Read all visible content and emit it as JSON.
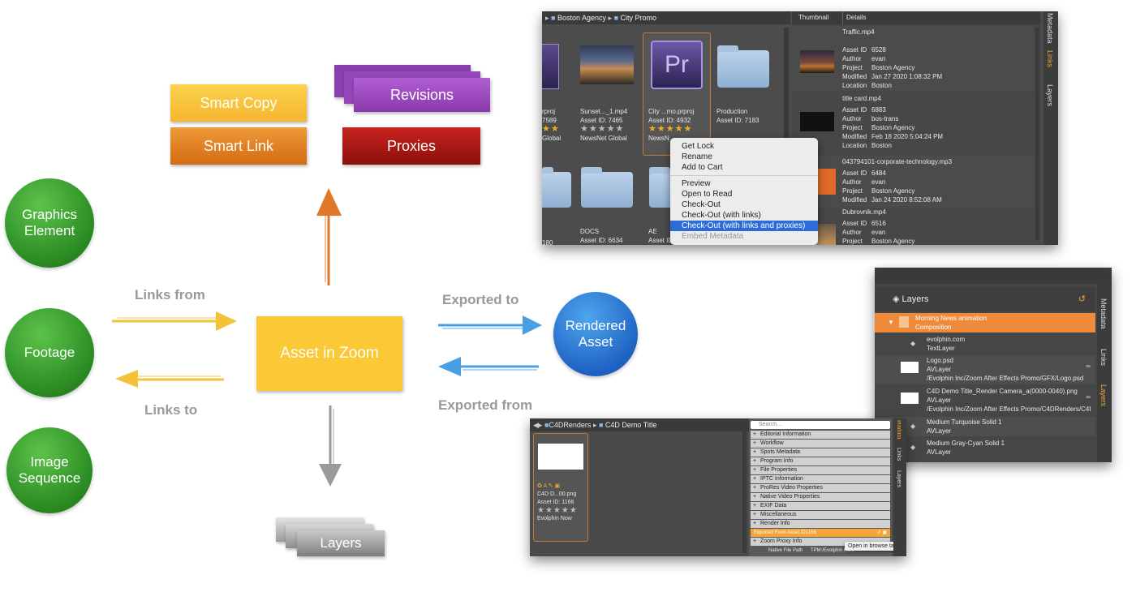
{
  "diagram": {
    "left_circles": [
      "Graphics Element",
      "Footage",
      "Image Sequence"
    ],
    "smart_copy": "Smart Copy",
    "smart_link": "Smart Link",
    "revisions": "Revisions",
    "proxies": "Proxies",
    "center": "Asset in Zoom",
    "layers": "Layers",
    "rendered": "Rendered Asset",
    "links_from": "Links from",
    "links_to": "Links to",
    "exported_to": "Exported to",
    "exported_from": "Exported from"
  },
  "browser": {
    "breadcrumb": [
      "Boston Agency",
      "City Promo"
    ],
    "right_header": [
      "Thumbnail",
      "Details"
    ],
    "side_tabs": [
      "Metadata",
      "Links",
      "Layers"
    ],
    "tiles_row1": [
      {
        "name": "rproj",
        "id": "7589",
        "extra": "Global"
      },
      {
        "name": "Sunset..._1.mp4",
        "id": "Asset ID: 7465",
        "extra": "NewsNet Global"
      },
      {
        "name": "City ...mo.prproj",
        "id": "Asset ID: 4932",
        "extra": "NewsN"
      },
      {
        "name": "Production",
        "id": "Asset ID: 7183",
        "extra": ""
      }
    ],
    "tiles_row2": [
      {
        "name": "",
        "id": "180"
      },
      {
        "name": "DOCS",
        "id": "Asset ID: 6634"
      },
      {
        "name": "AE",
        "id": "Asset ID:"
      }
    ],
    "pr_label": "Pr",
    "context_menu": [
      "Get Lock",
      "Rename",
      "Add to Cart",
      "Preview",
      "Open to Read",
      "Check-Out",
      "Check-Out (with links)",
      "Check-Out (with links and proxies)",
      "Embed Metadata"
    ],
    "details": [
      {
        "title": "Traffic.mp4",
        "id": "6528",
        "author": "evan",
        "project": "Boston Agency",
        "modified": "Jan 27 2020 1:08:32 PM",
        "location": "Boston"
      },
      {
        "title": "title card.mp4",
        "id": "6883",
        "author": "bos-trans",
        "project": "Boston Agency",
        "modified": "Feb 18 2020 5:04:24 PM",
        "location": "Boston"
      },
      {
        "title": "043794101-corporate-technology.mp3",
        "id": "6484",
        "author": "evan",
        "project": "Boston Agency",
        "modified": "Jan 24 2020 8:52:08 AM",
        "location": ""
      },
      {
        "title": "Dubrovnik.mp4",
        "id": "6516",
        "author": "evan",
        "project": "Boston Agency",
        "modified": "",
        "location": ""
      }
    ],
    "detail_keys": [
      "Asset ID",
      "Author",
      "Project",
      "Modified",
      "Location"
    ]
  },
  "layers_panel": {
    "title": "Layers",
    "side_tabs": [
      "Metadata",
      "Links",
      "Layers"
    ],
    "items": [
      {
        "l1": "Morning News animation",
        "l2": "Composition",
        "l3": ""
      },
      {
        "l1": "evolphin.com",
        "l2": "TextLayer",
        "l3": ""
      },
      {
        "l1": "Logo.psd",
        "l2": "AVLayer",
        "l3": "/Evolphin Inc/Zoom After Effects Promo/GFX/Logo.psd"
      },
      {
        "l1": "C4D Demo Title_Render Camera_a(0000-0040).png",
        "l2": "AVLayer",
        "l3": "/Evolphin Inc/Zoom After Effects Promo/C4DRenders/C4I"
      },
      {
        "l1": "Medium Turquoise Solid 1",
        "l2": "AVLayer",
        "l3": ""
      },
      {
        "l1": "Medium Gray-Cyan Solid 1",
        "l2": "AVLayer",
        "l3": ""
      }
    ]
  },
  "c4d_panel": {
    "breadcrumb": [
      "C4DRenders",
      "C4D Demo Title"
    ],
    "tile": {
      "name": "C4D D...00.png",
      "id": "Asset ID: 1166",
      "owner": "Evolphin Now",
      "badges": "A"
    },
    "search_placeholder": "Search...",
    "side_tabs": [
      "etadata",
      "Links",
      "Layers"
    ],
    "sections": [
      "Editorial Information",
      "Workflow",
      "Spots Metadata",
      "Program Info",
      "File Properties",
      "IPTC Information",
      "ProRes Video Properties",
      "Native Video Properties",
      "EXIF Data",
      "Miscellaneous",
      "Render Info"
    ],
    "exported_row": {
      "label": "Exported From Asset ID",
      "value": "1166"
    },
    "proxy_section": "Zoom Proxy Info",
    "native_path": {
      "label": "Native File Path",
      "value": "TPM:/Evolphin Inc/Z"
    },
    "tooltip": "Open in browse tab"
  }
}
